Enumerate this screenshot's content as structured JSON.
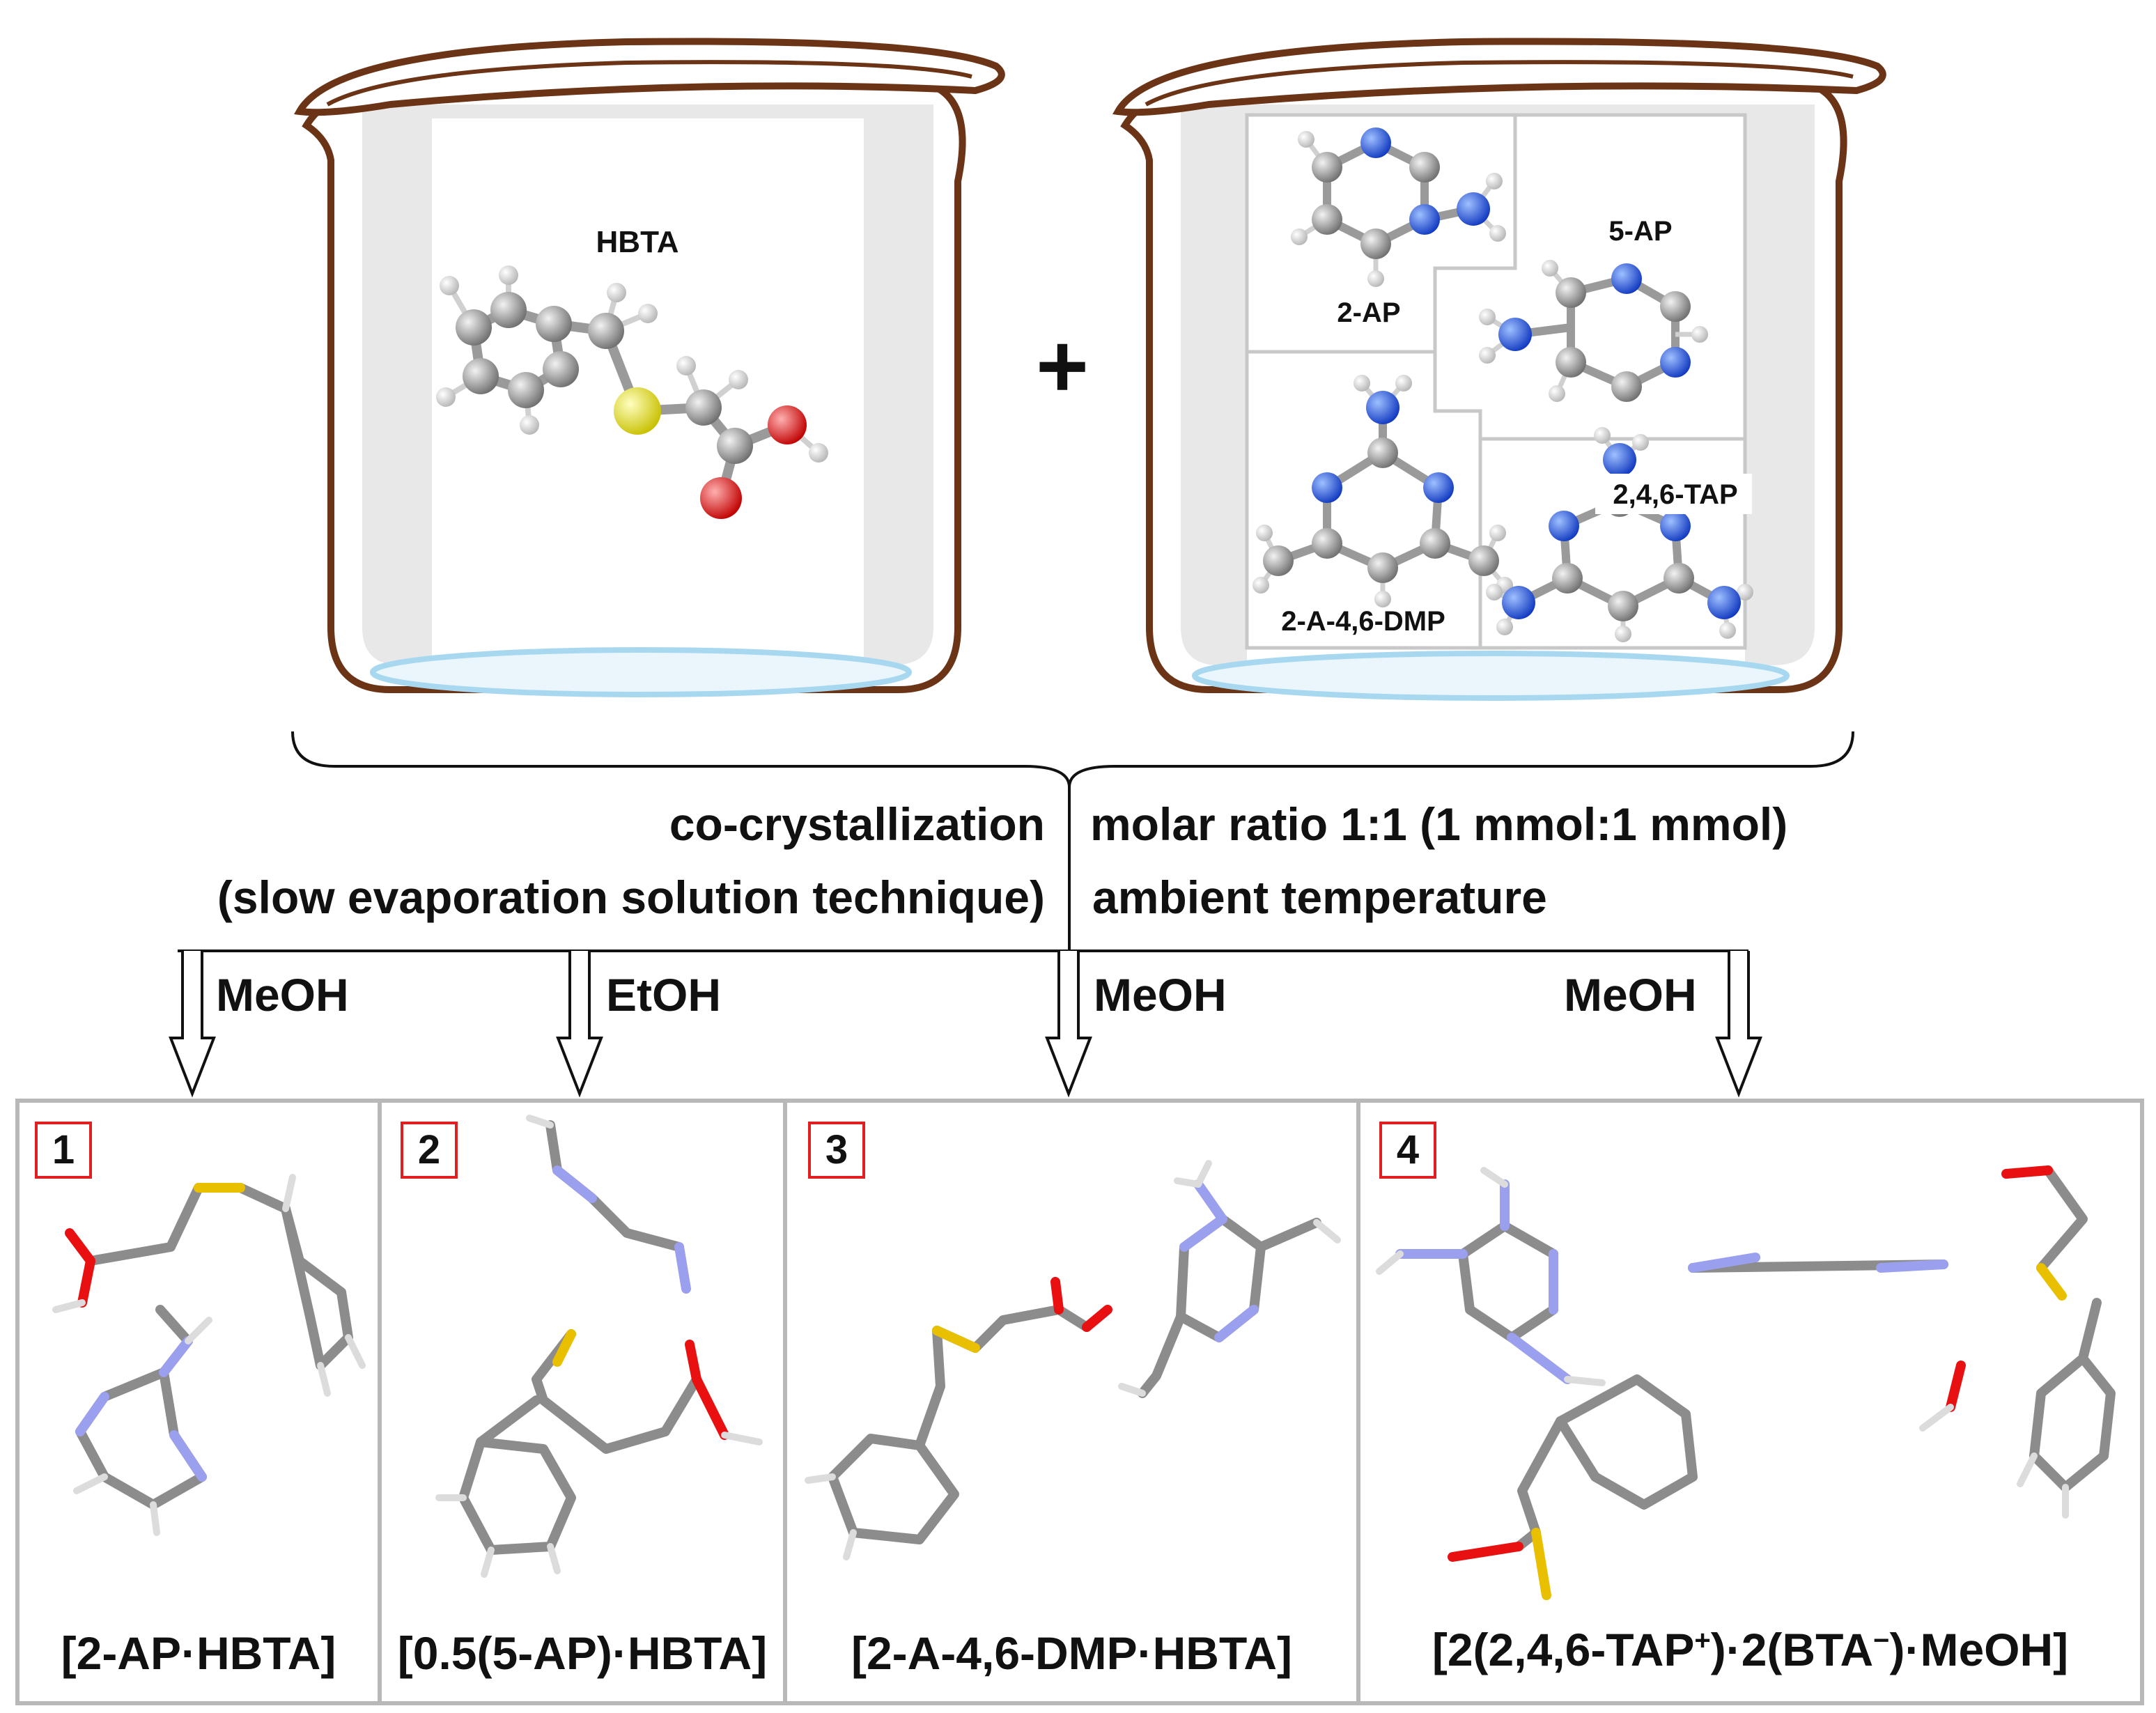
{
  "beakers": {
    "left": {
      "molecule": "HBTA"
    },
    "right": {
      "molecules": [
        "2-AP",
        "5-AP",
        "2-A-4,6-DMP",
        "2,4,6-TAP"
      ]
    }
  },
  "plus_sign": "+",
  "conditions": {
    "left_line1": "co-crystallization",
    "left_line2": "(slow evaporation solution technique)",
    "right_line1": "molar ratio 1:1 (1 mmol:1 mmol)",
    "right_line2": "ambient temperature"
  },
  "solvents": [
    "MeOH",
    "EtOH",
    "MeOH",
    "MeOH"
  ],
  "products": [
    {
      "number": "1",
      "formula": "[2-AP·HBTA]"
    },
    {
      "number": "2",
      "formula": "[0.5(5-AP)·HBTA]"
    },
    {
      "number": "3",
      "formula": "[2-A-4,6-DMP·HBTA]"
    },
    {
      "number": "4",
      "formula_prefix": "[2(2,4,6-TAP",
      "sup1": "+",
      "formula_mid": ")·2(BTA",
      "sup2": "−",
      "formula_suffix": ")·MeOH]"
    }
  ],
  "colors": {
    "beaker_outline": "#6b3416",
    "beaker_glass": "#e6e6e6",
    "solution": "#a8d8f0",
    "carbon": "#8a8a8a",
    "hydrogen": "#e8e8e8",
    "nitrogen": "#2a5ae8",
    "oxygen": "#e81010",
    "sulfur": "#f0e800",
    "badge_border": "#e02020"
  }
}
